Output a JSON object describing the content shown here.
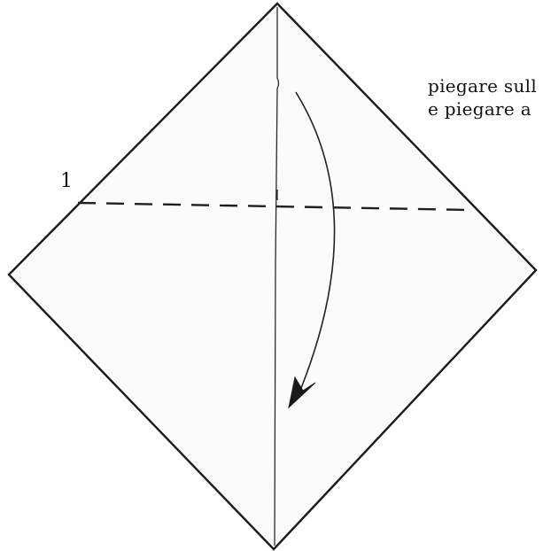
{
  "diagram": {
    "step_label": "1",
    "instruction_line_1": "piegare sull",
    "instruction_line_2": "e piegare a"
  }
}
